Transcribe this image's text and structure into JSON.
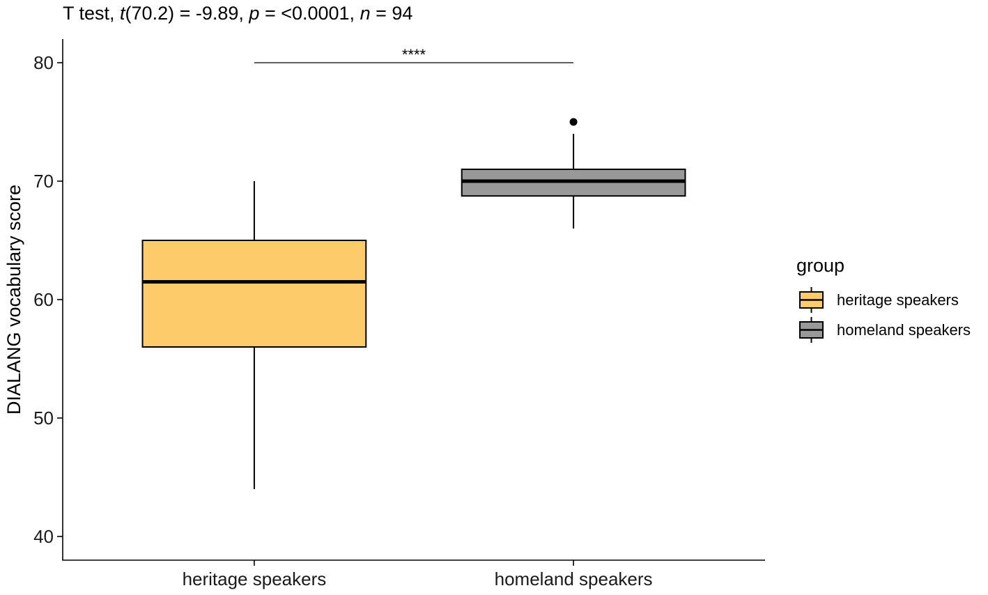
{
  "chart_data": {
    "type": "boxplot",
    "title_parts": [
      {
        "text": "T test, ",
        "italic": false
      },
      {
        "text": "t",
        "italic": true
      },
      {
        "text": "(70.2) = -9.89, ",
        "italic": false
      },
      {
        "text": "p",
        "italic": true
      },
      {
        "text": " = <0.0001, ",
        "italic": false
      },
      {
        "text": "n",
        "italic": true
      },
      {
        "text": " = 94",
        "italic": false
      }
    ],
    "xlabel": "",
    "ylabel": "DIALANG vocabulary score",
    "ylim": [
      38,
      82
    ],
    "yticks": [
      40,
      50,
      60,
      70,
      80
    ],
    "grid": false,
    "categories": [
      "heritage speakers",
      "homeland speakers"
    ],
    "boxes": [
      {
        "group": "heritage speakers",
        "color": "#FECB6A",
        "whisker_low": 44,
        "q1": 56,
        "median": 61.5,
        "q3": 65,
        "whisker_high": 70,
        "outliers": []
      },
      {
        "group": "homeland speakers",
        "color": "#999999",
        "whisker_low": 66,
        "q1": 68.75,
        "median": 70,
        "q3": 71,
        "whisker_high": 74,
        "outliers": [
          75
        ]
      }
    ],
    "significance": {
      "label": "****",
      "from": "heritage speakers",
      "to": "homeland speakers",
      "y": 80
    },
    "legend": {
      "title": "group",
      "position": "right",
      "items": [
        {
          "label": "heritage speakers",
          "color": "#FECB6A"
        },
        {
          "label": "homeland speakers",
          "color": "#999999"
        }
      ]
    }
  }
}
